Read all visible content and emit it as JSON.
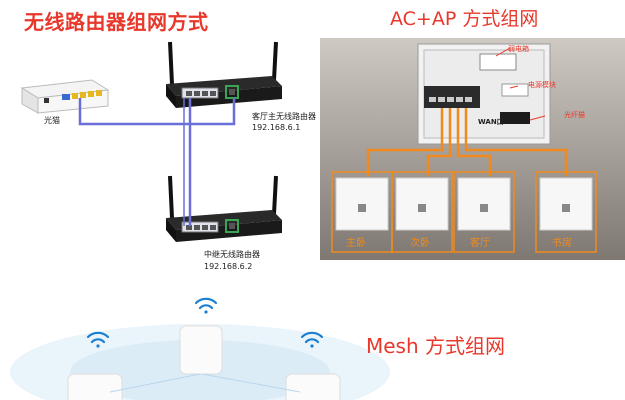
{
  "section1": {
    "title": "无线路由器组网方式",
    "modem_label": "光猫",
    "main_router": {
      "name": "客厅主无线路由器",
      "ip": "192.168.6.1"
    },
    "relay_router": {
      "name": "中继无线路由器",
      "ip": "192.168.6.2"
    }
  },
  "section2": {
    "title": "AC+AP 方式组网",
    "labels": {
      "ruodianxiang": "弱电箱",
      "power_module": "电源模块",
      "fiber_modem": "光纤猫",
      "wan": "WAN口"
    },
    "rooms": [
      "主卧",
      "次卧",
      "客厅",
      "书房"
    ]
  },
  "section3": {
    "title": "Mesh 方式组网"
  },
  "colors": {
    "accent_red": "#e8382b",
    "orange": "#f08a1c",
    "cable_purple": "#6a6fd8",
    "cable_green": "#3aa655"
  }
}
